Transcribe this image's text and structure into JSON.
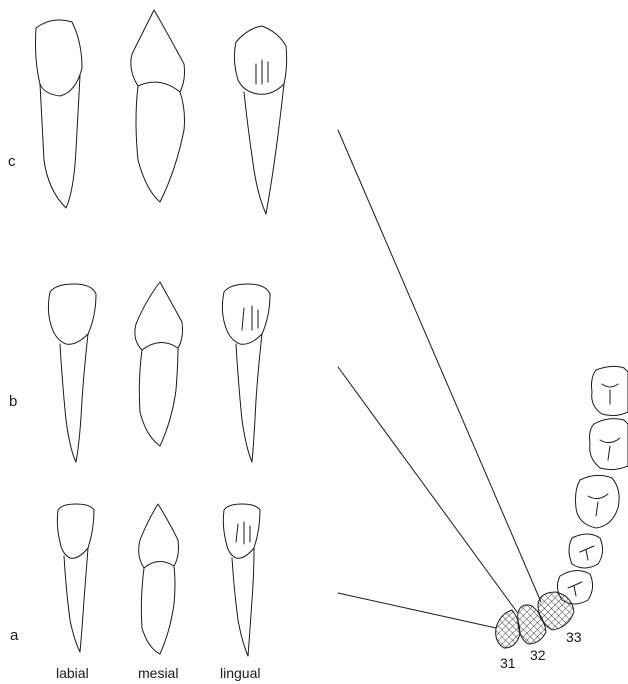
{
  "figure": {
    "row_labels": [
      "c",
      "b",
      "a"
    ],
    "view_labels": [
      "labial",
      "mesial",
      "lingual"
    ],
    "tooth_numbers": [
      "31",
      "32",
      "33"
    ],
    "colors": {
      "ink": "#1a1a1a",
      "background": "#ffffff"
    }
  }
}
